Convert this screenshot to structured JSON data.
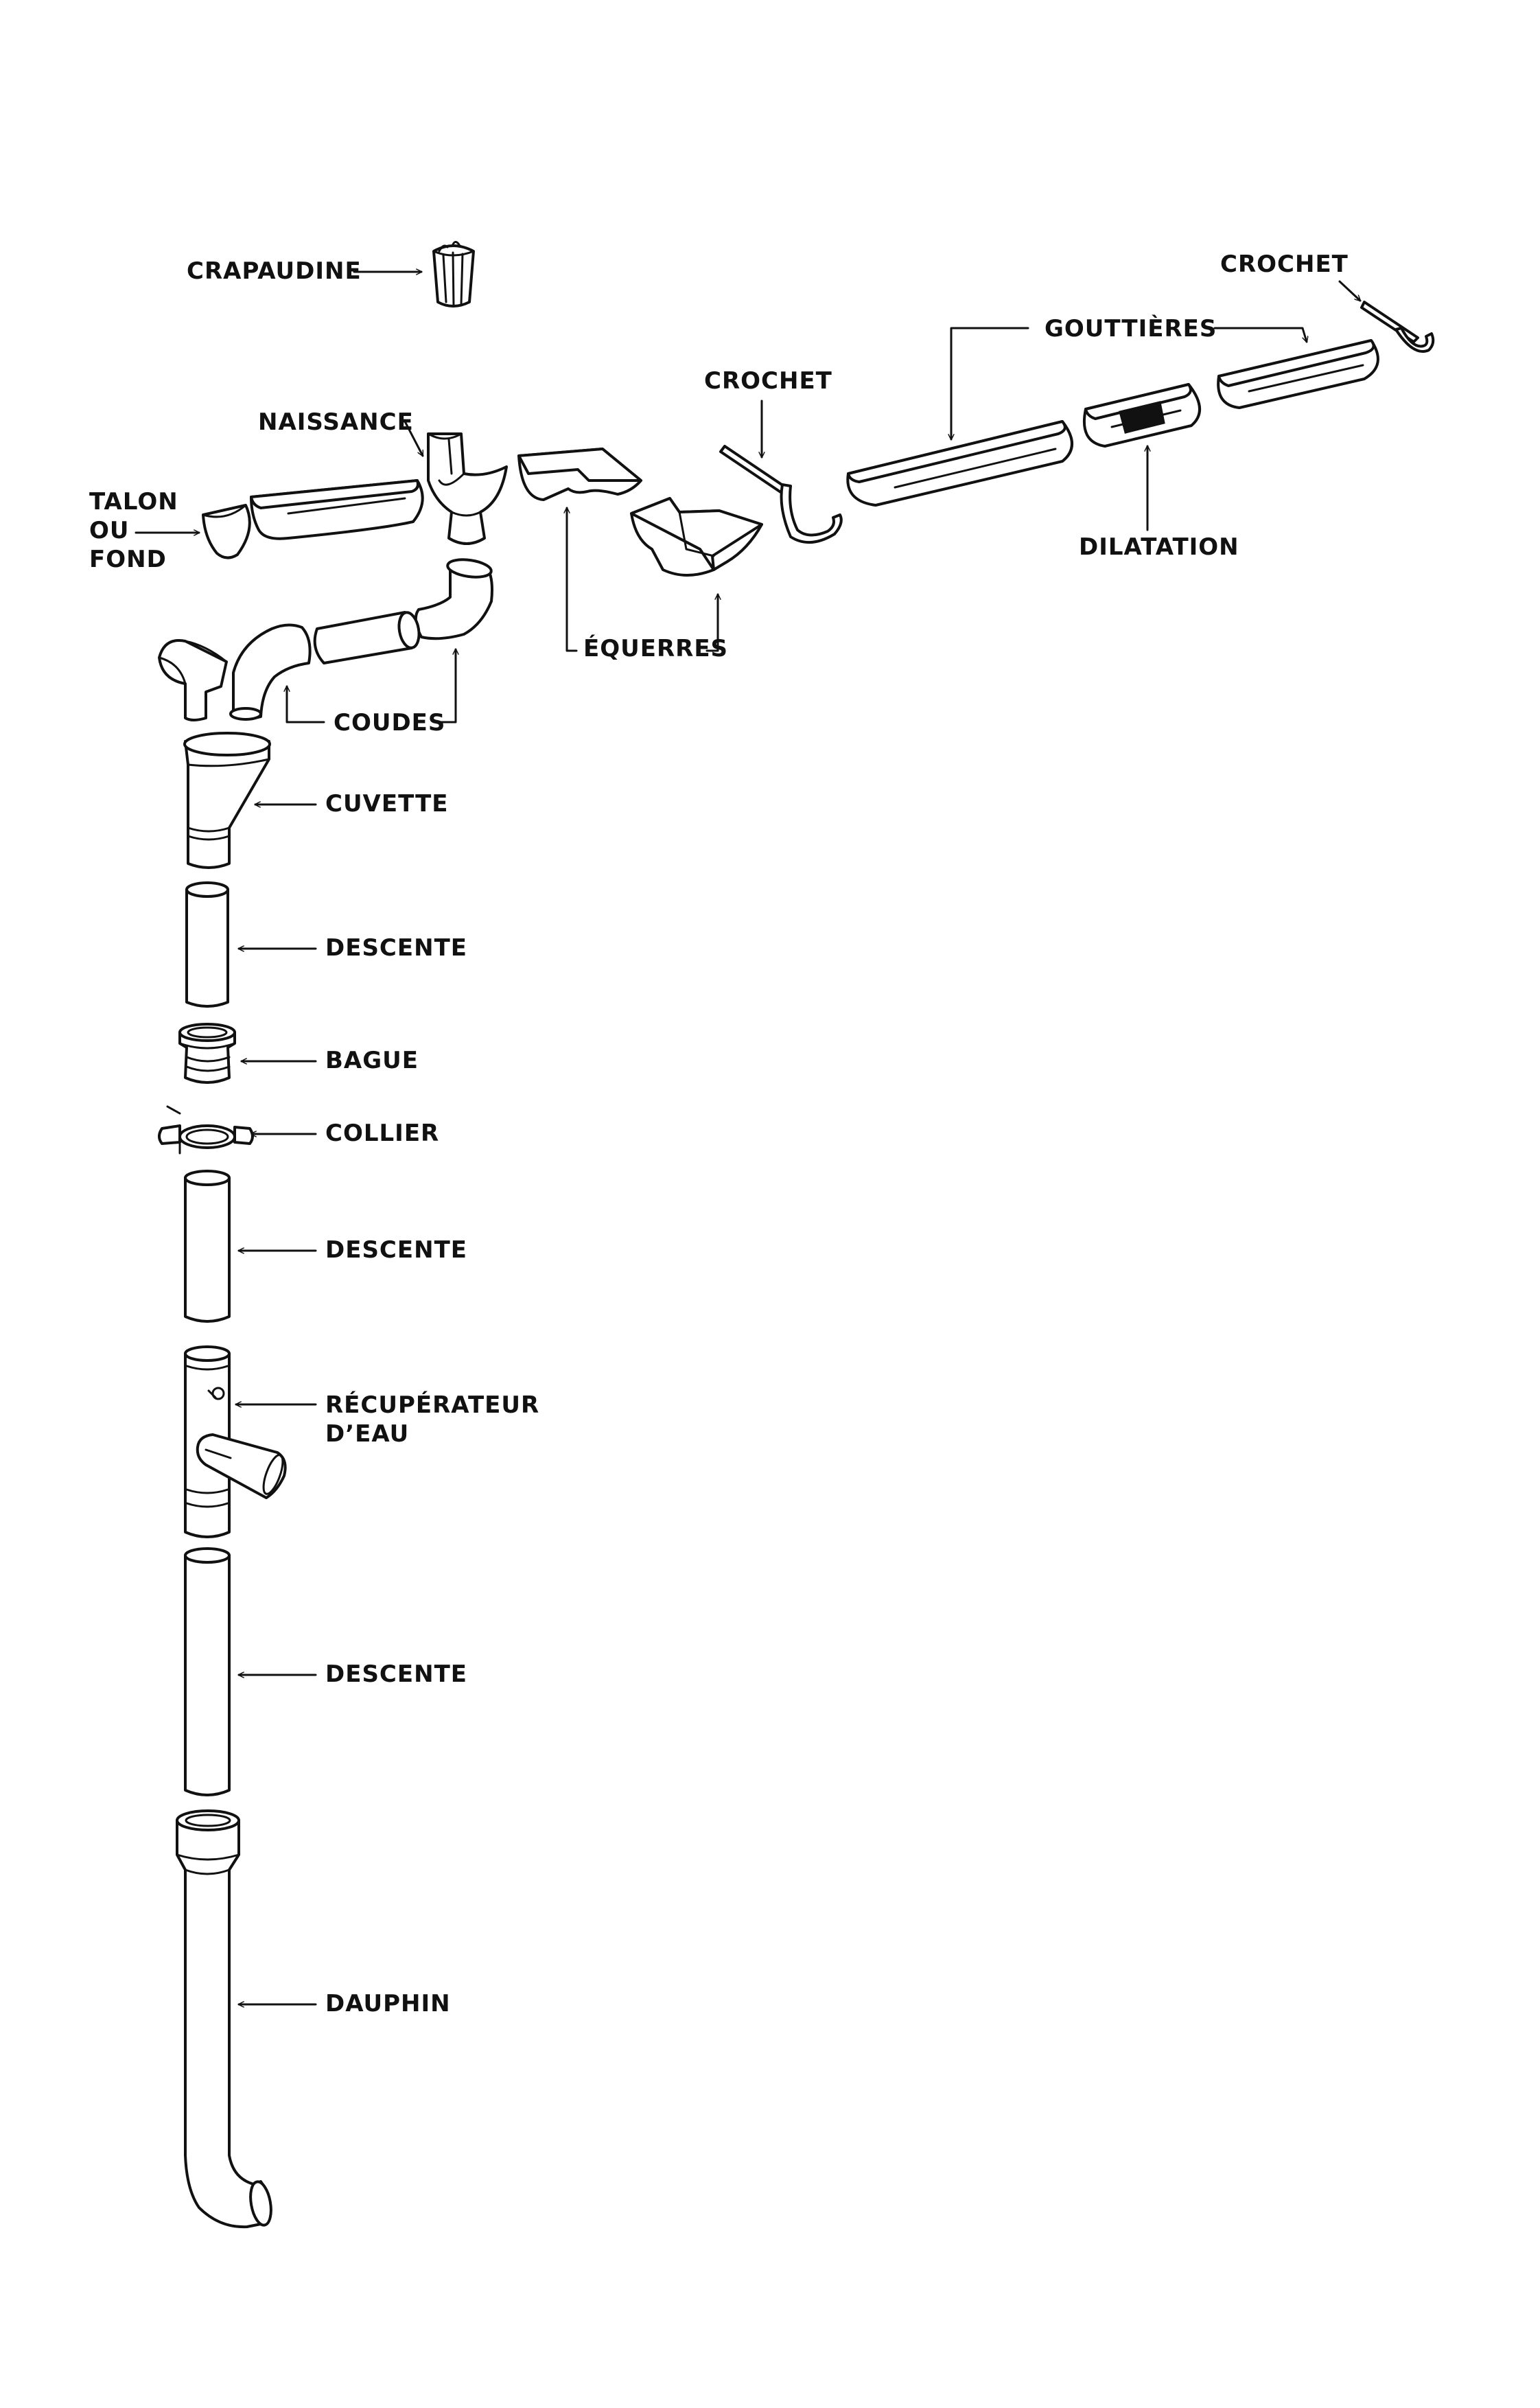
{
  "labels": {
    "crapaudine": "CRAPAUDINE",
    "crochet_right": "CROCHET",
    "gouttieres": "GOUTTIÈRES",
    "crochet_mid": "CROCHET",
    "naissance": "NAISSANCE",
    "talon_1": "TALON",
    "talon_2": "OU",
    "talon_3": "FOND",
    "dilatation": "DILATATION",
    "equerres": "ÉQUERRES",
    "coudes": "COUDES",
    "cuvette": "CUVETTE",
    "descente_1": "DESCENTE",
    "bague": "BAGUE",
    "collier": "COLLIER",
    "descente_2": "DESCENTE",
    "recuperateur_1": "RÉCUPÉRATEUR",
    "recuperateur_2": "D’EAU",
    "descente_3": "DESCENTE",
    "dauphin": "DAUPHIN"
  },
  "colors": {
    "line": "#111111",
    "background": "#ffffff"
  }
}
